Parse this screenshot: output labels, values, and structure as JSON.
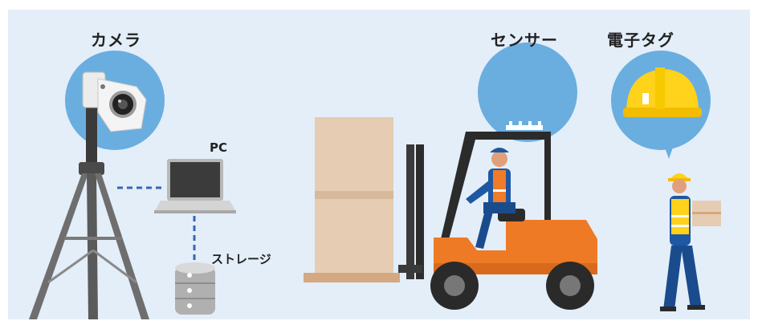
{
  "labels": {
    "camera": "カメラ",
    "sensor": "センサー",
    "tag": "電子タグ",
    "pc": "PC",
    "storage": "ストレージ"
  },
  "colors": {
    "background": "#e3eef9",
    "circle": "#6aaee0",
    "connector": "#3467b5",
    "forklift_orange": "#ee7a26",
    "helmet": "#ffd21c",
    "pallet_box": "#e4c9ad"
  },
  "icons": [
    "camera-icon",
    "tripod-icon",
    "laptop-icon",
    "storage-icon",
    "forklift-icon",
    "sensor-icon",
    "helmet-icon",
    "worker-icon"
  ]
}
